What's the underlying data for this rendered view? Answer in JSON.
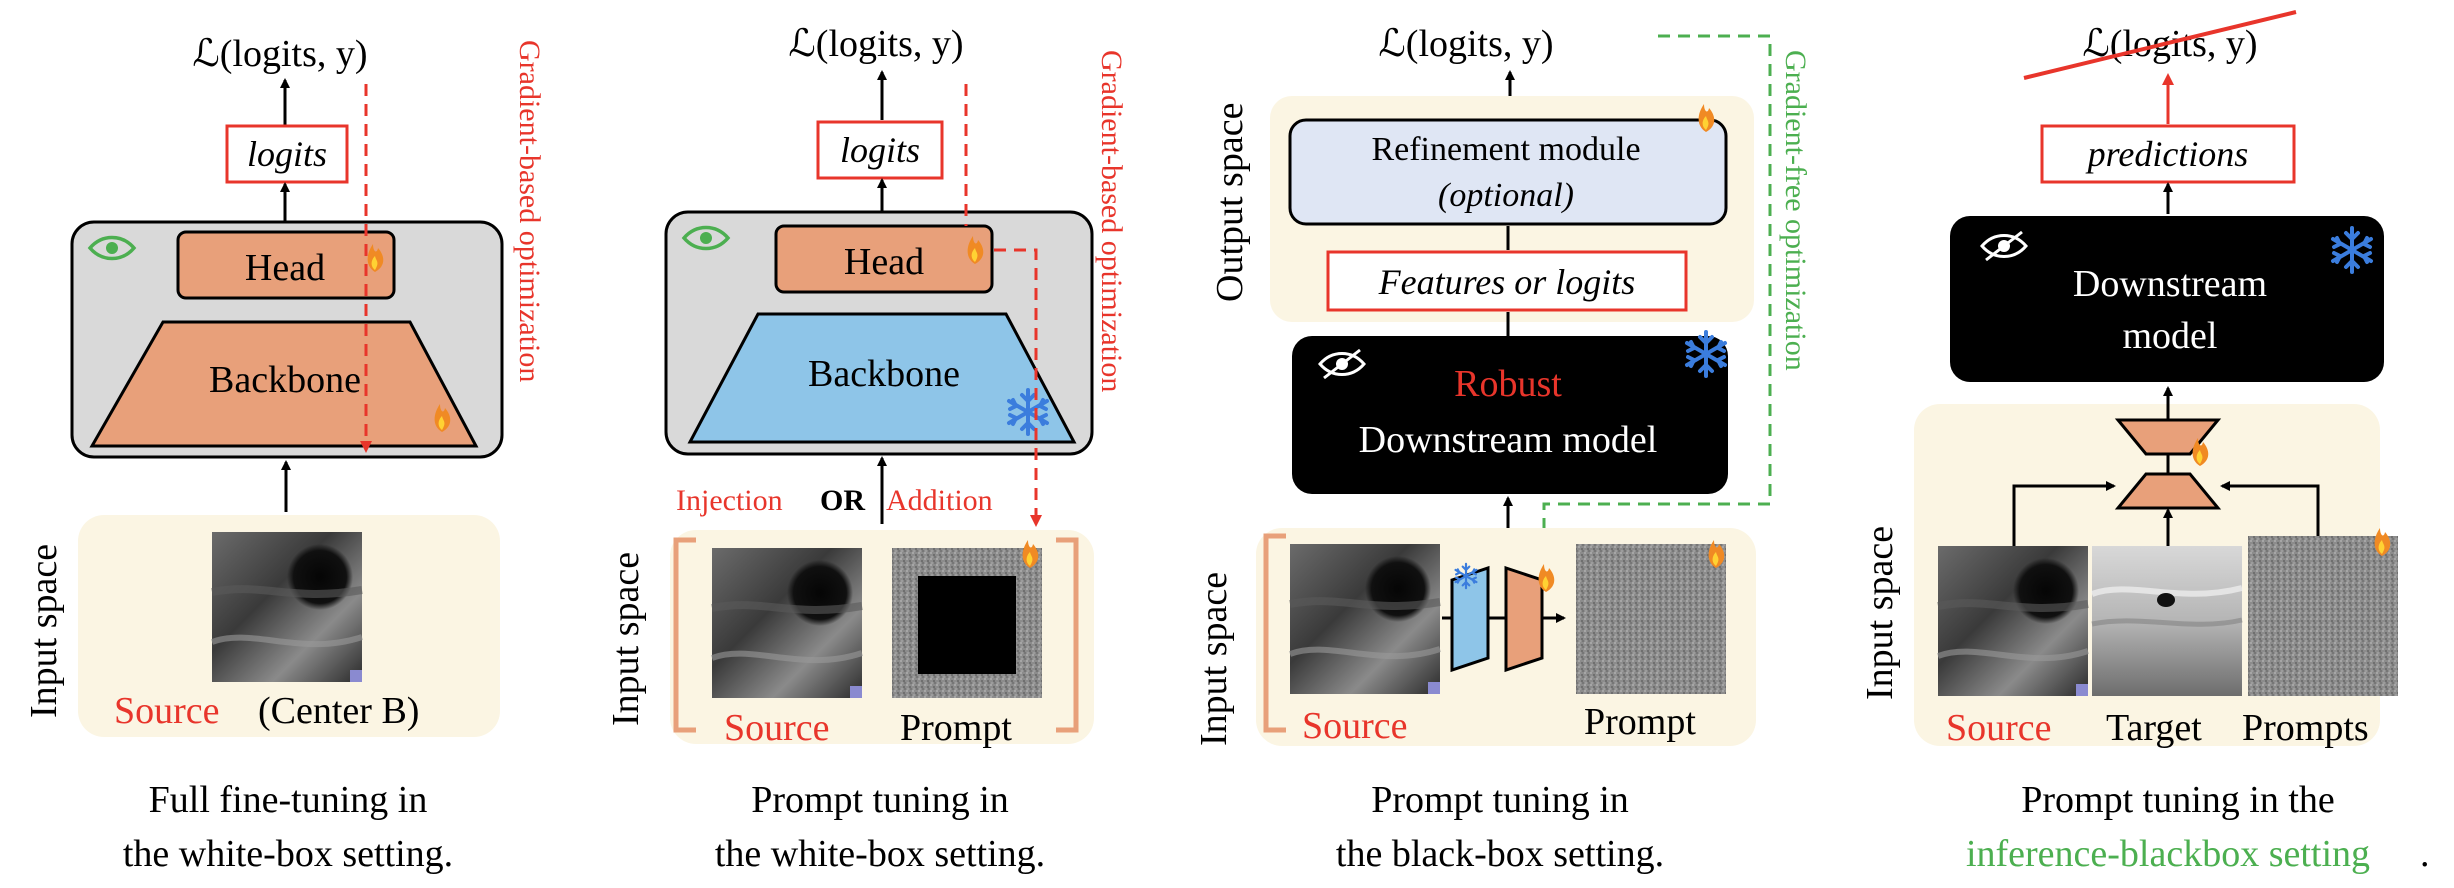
{
  "colors": {
    "red": "#e8352b",
    "green": "#4caf50",
    "beige": "#fbf5e3",
    "salmon": "#e8a07a",
    "blue_box": "#8ec5e8",
    "lavender": "#dfe6f4",
    "gray_box": "#d9d9d9",
    "black": "#000000",
    "ice": "#3b7ddd",
    "bracket": "#e8a07a"
  },
  "icons": [
    "eye-icon",
    "eye-off-icon",
    "fire-icon",
    "snowflake-icon",
    "hourglass-converter-icon"
  ],
  "panel1": {
    "loss": "ℒ(logits, y)",
    "logits": "logits",
    "head": "Head",
    "backbone": "Backbone",
    "opt_label": "Gradient-based optimization",
    "input_space": "Input space",
    "source": "Source",
    "source_suffix": "(Center B)",
    "caption_line1": "Full fine-tuning in",
    "caption_line2": "the white-box setting."
  },
  "panel2": {
    "loss": "ℒ(logits, y)",
    "logits": "logits",
    "head": "Head",
    "backbone": "Backbone",
    "opt_label": "Gradient-based optimization",
    "inj_injection": "Injection",
    "inj_or": "OR",
    "inj_addition": "Addition",
    "input_space": "Input space",
    "source": "Source",
    "prompt": "Prompt",
    "caption_line1": "Prompt tuning in",
    "caption_line2": "the white-box setting."
  },
  "panel3": {
    "loss": "ℒ(logits, y)",
    "output_space": "Output space",
    "refine_line1": "Refinement module",
    "refine_line2": "(optional)",
    "features": "Features or logits",
    "robust": "Robust",
    "downstream": "Downstream model",
    "opt_label": "Gradient-free optimization",
    "input_space": "Input space",
    "source": "Source",
    "prompt": "Prompt",
    "caption_line1": "Prompt tuning in",
    "caption_line2": "the black-box setting."
  },
  "panel4": {
    "loss": "ℒ(logits, y)",
    "predictions": "predictions",
    "downstream_line1": "Downstream",
    "downstream_line2": "model",
    "input_space": "Input space",
    "source": "Source",
    "target": "Target",
    "prompts": "Prompts",
    "caption_line1": "Prompt tuning in the",
    "caption_line2": "inference-blackbox setting",
    "caption_period": "."
  }
}
